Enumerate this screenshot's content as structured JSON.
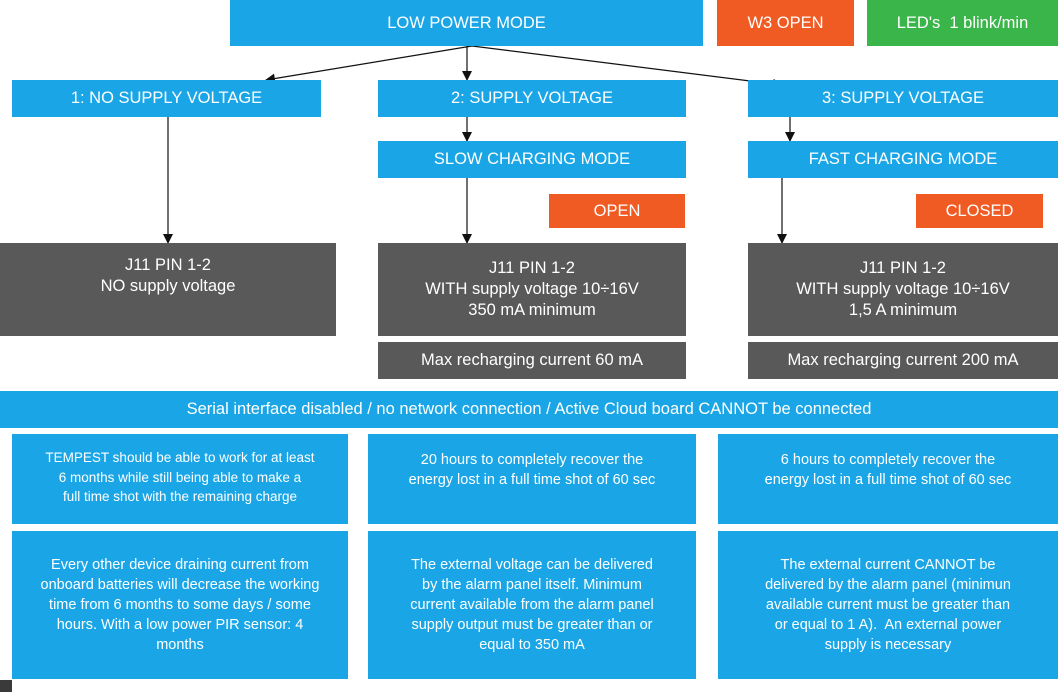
{
  "header": {
    "mode": "LOW POWER MODE",
    "jumper": "W3 OPEN",
    "led": "LED's  1 blink/min"
  },
  "columns": [
    {
      "title": "1: NO SUPPLY VOLTAGE",
      "pin_lines": [
        "J11 PIN 1-2",
        "NO supply voltage"
      ]
    },
    {
      "title": "2: SUPPLY VOLTAGE",
      "charging_mode": "SLOW CHARGING MODE",
      "jumper_state": "OPEN",
      "pin_lines": [
        "J11 PIN 1-2",
        "WITH supply voltage 10÷16V",
        "350 mA minimum"
      ],
      "max_current": "Max recharging current 60 mA"
    },
    {
      "title": "3: SUPPLY VOLTAGE",
      "charging_mode": "FAST CHARGING MODE",
      "jumper_state": "CLOSED",
      "pin_lines": [
        "J11 PIN 1-2",
        "WITH supply voltage 10÷16V",
        "1,5 A minimum"
      ],
      "max_current": "Max recharging current 200 mA"
    }
  ],
  "banner": "Serial interface disabled / no network connection / Active Cloud board CANNOT be connected",
  "autonomy_notes": [
    [
      "TEMPEST should be able to work for at least",
      "6 months while still being able to make a",
      "full time shot with the remaining charge"
    ],
    [
      "20 hours to completely recover the",
      "energy lost in a full time shot of 60 sec"
    ],
    [
      "6 hours to completely recover the",
      "energy lost in a full time shot of 60 sec"
    ]
  ],
  "detail_notes": [
    [
      "Every other device draining current from",
      "onboard batteries will decrease the working",
      "time from 6 months to some days / some",
      "hours. With a low power PIR sensor: 4",
      "months"
    ],
    [
      "The external voltage can be delivered",
      "by the alarm panel itself. Minimum",
      "current available from the alarm panel",
      "supply output must be greater than or",
      "equal to 350 mA"
    ],
    [
      "The external current CANNOT be",
      "delivered by the alarm panel (minimun",
      "available current must be greater than",
      "or equal to 1 A).  An external power",
      "supply is necessary"
    ]
  ],
  "colors": {
    "blue": "#1aa6e6",
    "orange": "#f05a23",
    "green": "#3ab54a",
    "grey": "#595959"
  }
}
